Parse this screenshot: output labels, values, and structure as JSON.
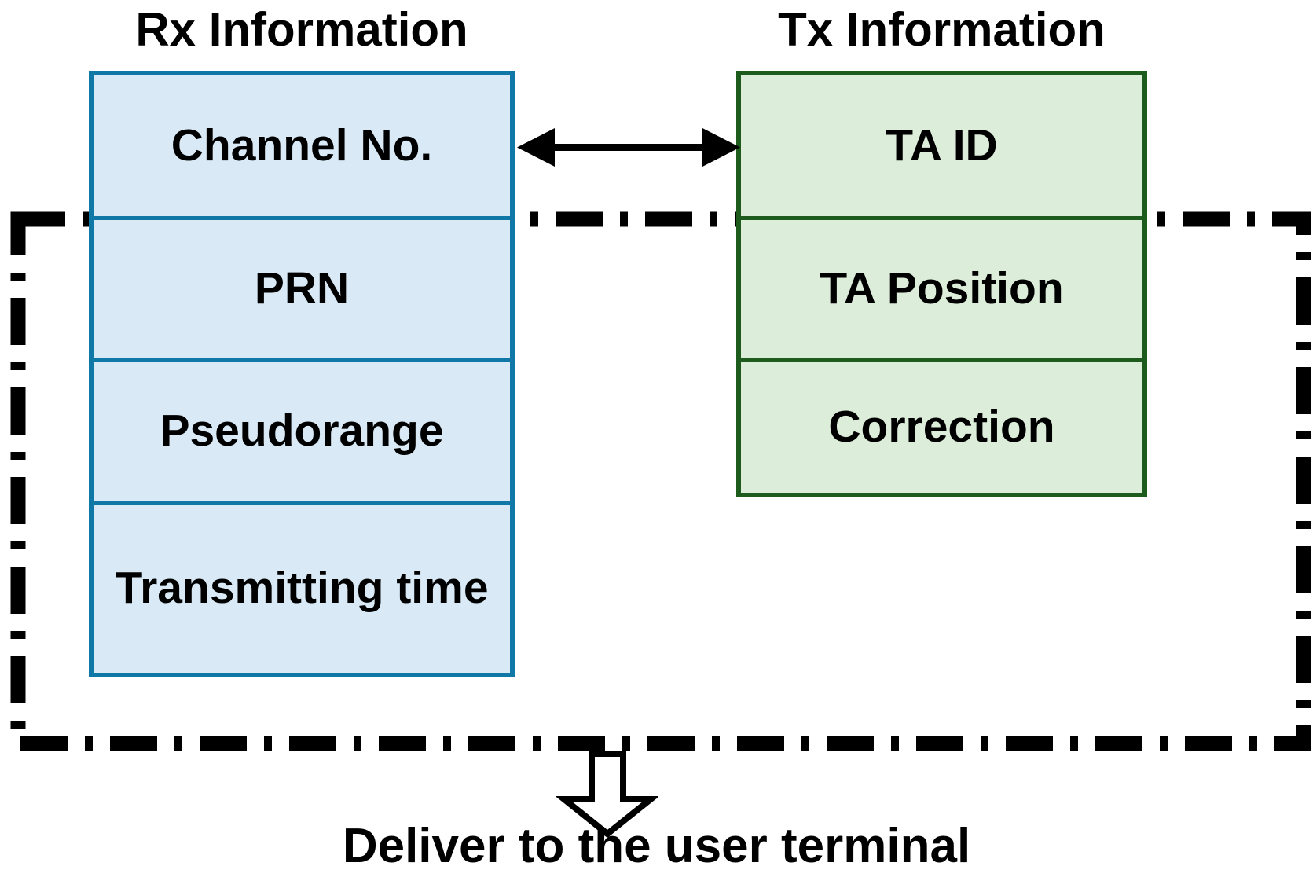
{
  "diagram": {
    "columns": [
      {
        "id": "rx",
        "title": "Rx Information",
        "accent": "#0f78a6",
        "fill": "#d9eaf6",
        "cells": [
          {
            "label": "Channel No."
          },
          {
            "label": "PRN"
          },
          {
            "label": "Pseudorange"
          },
          {
            "label": "Transmitting time"
          }
        ]
      },
      {
        "id": "tx",
        "title": "Tx Information",
        "accent": "#1d5c1c",
        "fill": "#dcedd9",
        "cells": [
          {
            "label": "TA ID"
          },
          {
            "label": "TA Position"
          },
          {
            "label": "Correction"
          }
        ]
      }
    ],
    "connector": {
      "name": "bidirectional-arrow",
      "label": ""
    },
    "grouping": {
      "name": "dash-dot-enclosure",
      "style": "dash-dot",
      "color": "#000000"
    },
    "output": {
      "arrow": "down-block-arrow",
      "caption": "Deliver to the user terminal"
    }
  }
}
